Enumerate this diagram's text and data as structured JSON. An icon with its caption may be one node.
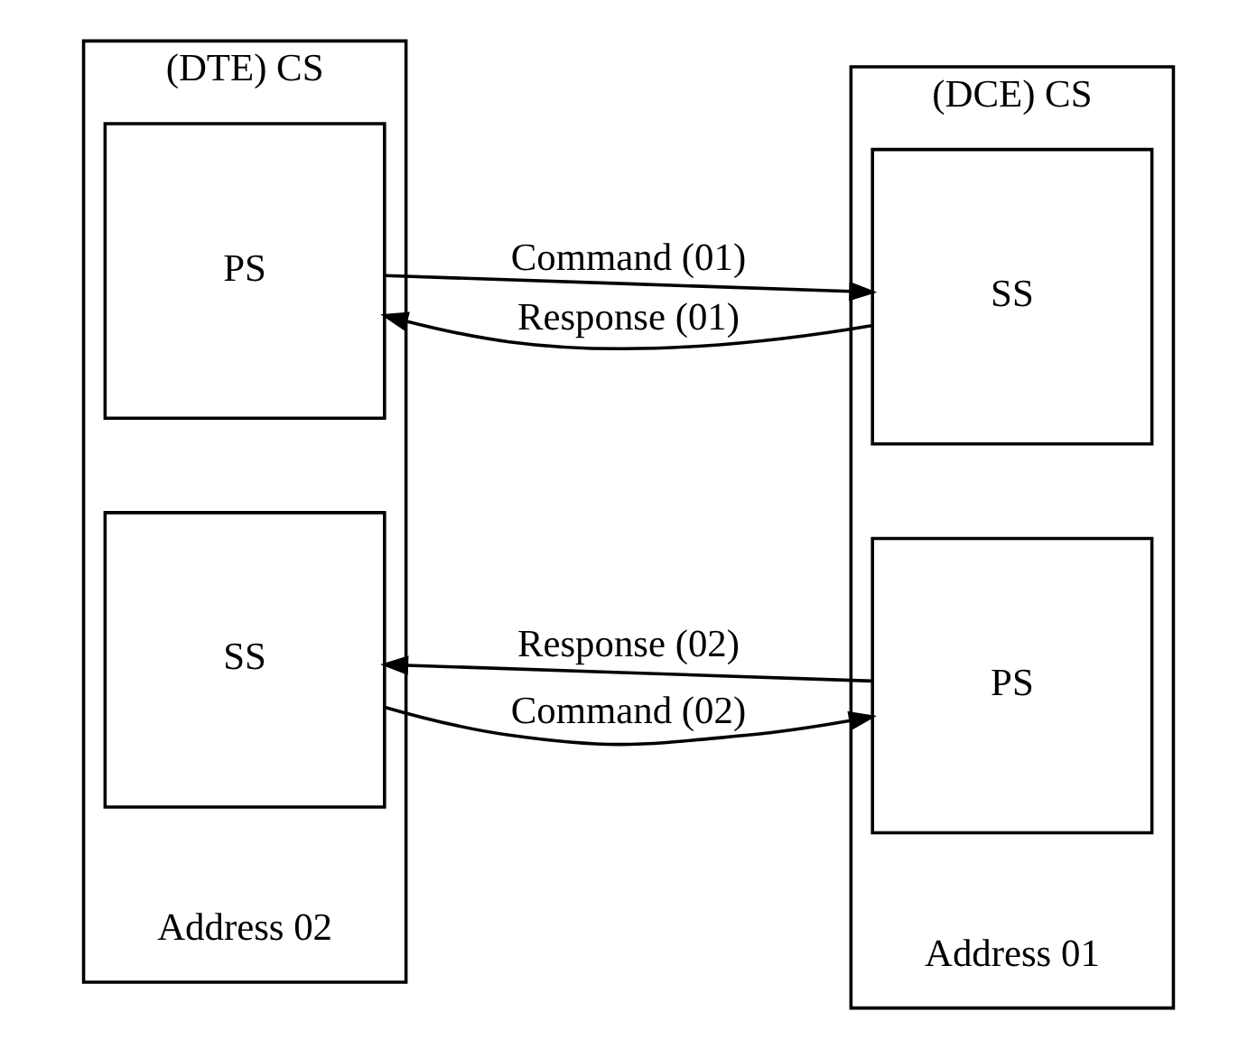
{
  "diagram": {
    "nodes": [
      {
        "text": [
          "(DTE) CS"
        ],
        "beside": [
          "Address 02"
        ]
      },
      {
        "text": [
          "PS"
        ],
        "in": 0
      },
      {
        "text": [
          "SS"
        ],
        "in": 0
      },
      {
        "text": [
          "(DCE) CS"
        ],
        "beside": [
          "Address 01"
        ]
      },
      {
        "text": [
          "SS"
        ],
        "in": 3
      },
      {
        "text": [
          "PS"
        ],
        "in": 3
      }
    ],
    "edges": [
      {
        "from": 1,
        "to": 4,
        "arrow": "to",
        "label": "Command (01)"
      },
      {
        "from": 4,
        "to": 1,
        "arrow": "to",
        "label": "Response (01)"
      },
      {
        "from": 2,
        "to": 5,
        "arrow": "to",
        "label": "Command (02)"
      },
      {
        "from": 5,
        "to": 2,
        "arrow": "to",
        "label": "Response (02)"
      }
    ]
  }
}
